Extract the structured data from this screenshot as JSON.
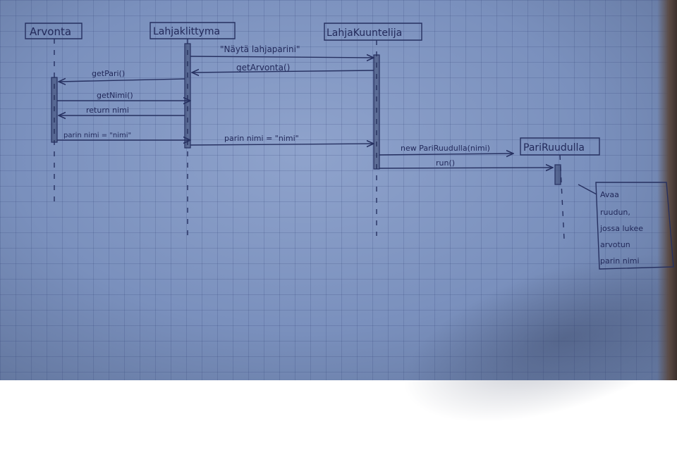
{
  "lifelines": [
    {
      "id": "arvonta",
      "label": "Arvonta"
    },
    {
      "id": "lahjaklittyma",
      "label": "Lahjaklittyma"
    },
    {
      "id": "lahjakuuntelija",
      "label": "LahjaKuuntelija"
    },
    {
      "id": "pariruudulla",
      "label": "PariRuudulla"
    }
  ],
  "messages": [
    {
      "label": "\"Näytä lahjaparini\""
    },
    {
      "label": "getArvonta()"
    },
    {
      "label": "getPari()"
    },
    {
      "label": "getNimi()"
    },
    {
      "label": "return nimi"
    },
    {
      "label": "parin nimi = \"nimi\""
    },
    {
      "label": "parin nimi = \"nimi\""
    },
    {
      "label": "new PariRuudulla(nimi)"
    },
    {
      "label": "run()"
    }
  ],
  "note": {
    "lines": [
      "Avaa",
      "ruudun,",
      "jossa lukee",
      "arvotun",
      "parin nimi"
    ]
  }
}
